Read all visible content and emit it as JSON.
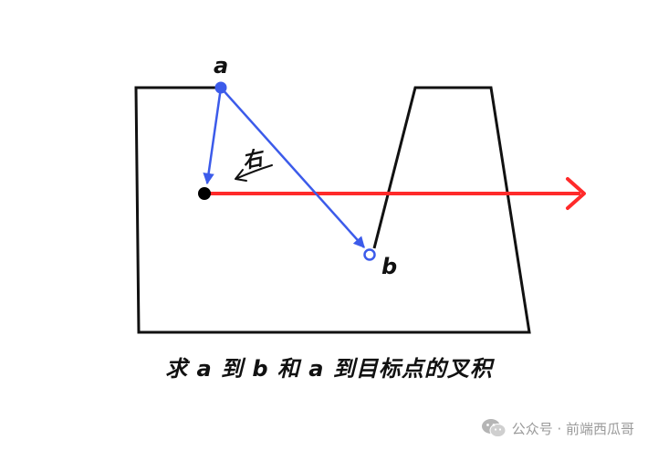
{
  "diagram": {
    "point_a_label": "a",
    "point_b_label": "b",
    "right_label": "右",
    "caption": "求 a 到 b 和 a 到目标点的叉积",
    "colors": {
      "outline": "#111111",
      "vector": "#3c5bea",
      "ray": "#ff2a2a",
      "target_point": "#000000"
    }
  },
  "watermark": {
    "icon": "wechat-icon",
    "text": "公众号 · 前端西瓜哥"
  }
}
